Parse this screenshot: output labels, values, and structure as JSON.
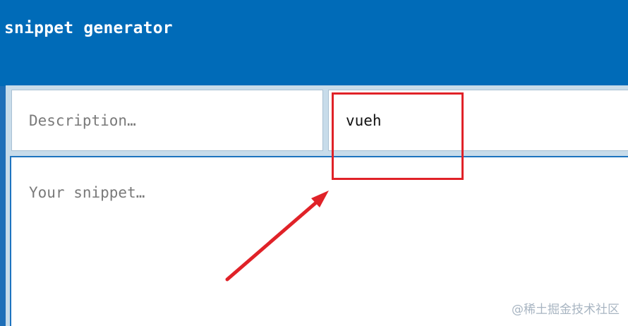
{
  "header": {
    "title": "snippet generator"
  },
  "form": {
    "description": {
      "placeholder": "Description…",
      "value": ""
    },
    "trigger": {
      "placeholder": "",
      "value": "vueh"
    },
    "snippet": {
      "placeholder": "Your snippet…",
      "value": ""
    }
  },
  "annotation": {
    "color": "#e02228"
  },
  "watermark": {
    "text": "@稀土掘金技术社区"
  }
}
